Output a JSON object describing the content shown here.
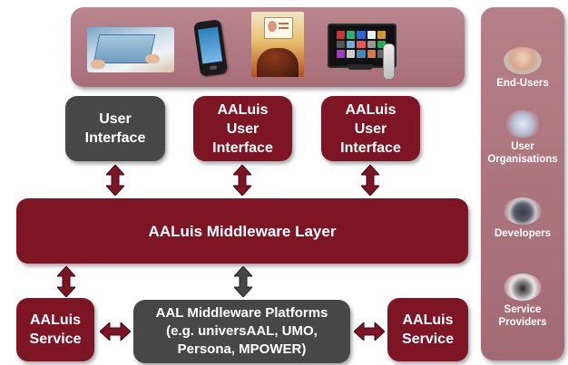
{
  "ui_boxes": [
    {
      "label": "User\nInterface"
    },
    {
      "label": "AALuis\nUser\nInterface"
    },
    {
      "label": "AALuis\nUser\nInterface"
    }
  ],
  "middleware": {
    "label": "AALuis Middleware Layer"
  },
  "services": {
    "left": {
      "label": "AALuis\nService"
    },
    "right": {
      "label": "AALuis\nService"
    }
  },
  "platforms": {
    "label": "AAL Middleware Platforms\n(e.g. universAAL, UMO,\nPersona, MPOWER)"
  },
  "roles": [
    {
      "label": "End-Users",
      "icon": "elderly-person-photo"
    },
    {
      "label": "User\nOrganisations",
      "icon": "handshake-photo"
    },
    {
      "label": "Developers",
      "icon": "keyboard-typing-photo"
    },
    {
      "label": "Service\nProviders",
      "icon": "business-person-photo"
    }
  ],
  "devices": [
    {
      "icon": "touch-table-photo"
    },
    {
      "icon": "smartphone-photo"
    },
    {
      "icon": "kiosk-screen-photo"
    },
    {
      "icon": "smart-tv-photo"
    }
  ],
  "colors": {
    "primary_red": "#7d1525",
    "dark_gray": "#474747",
    "panel_pink": "#ab7680"
  }
}
